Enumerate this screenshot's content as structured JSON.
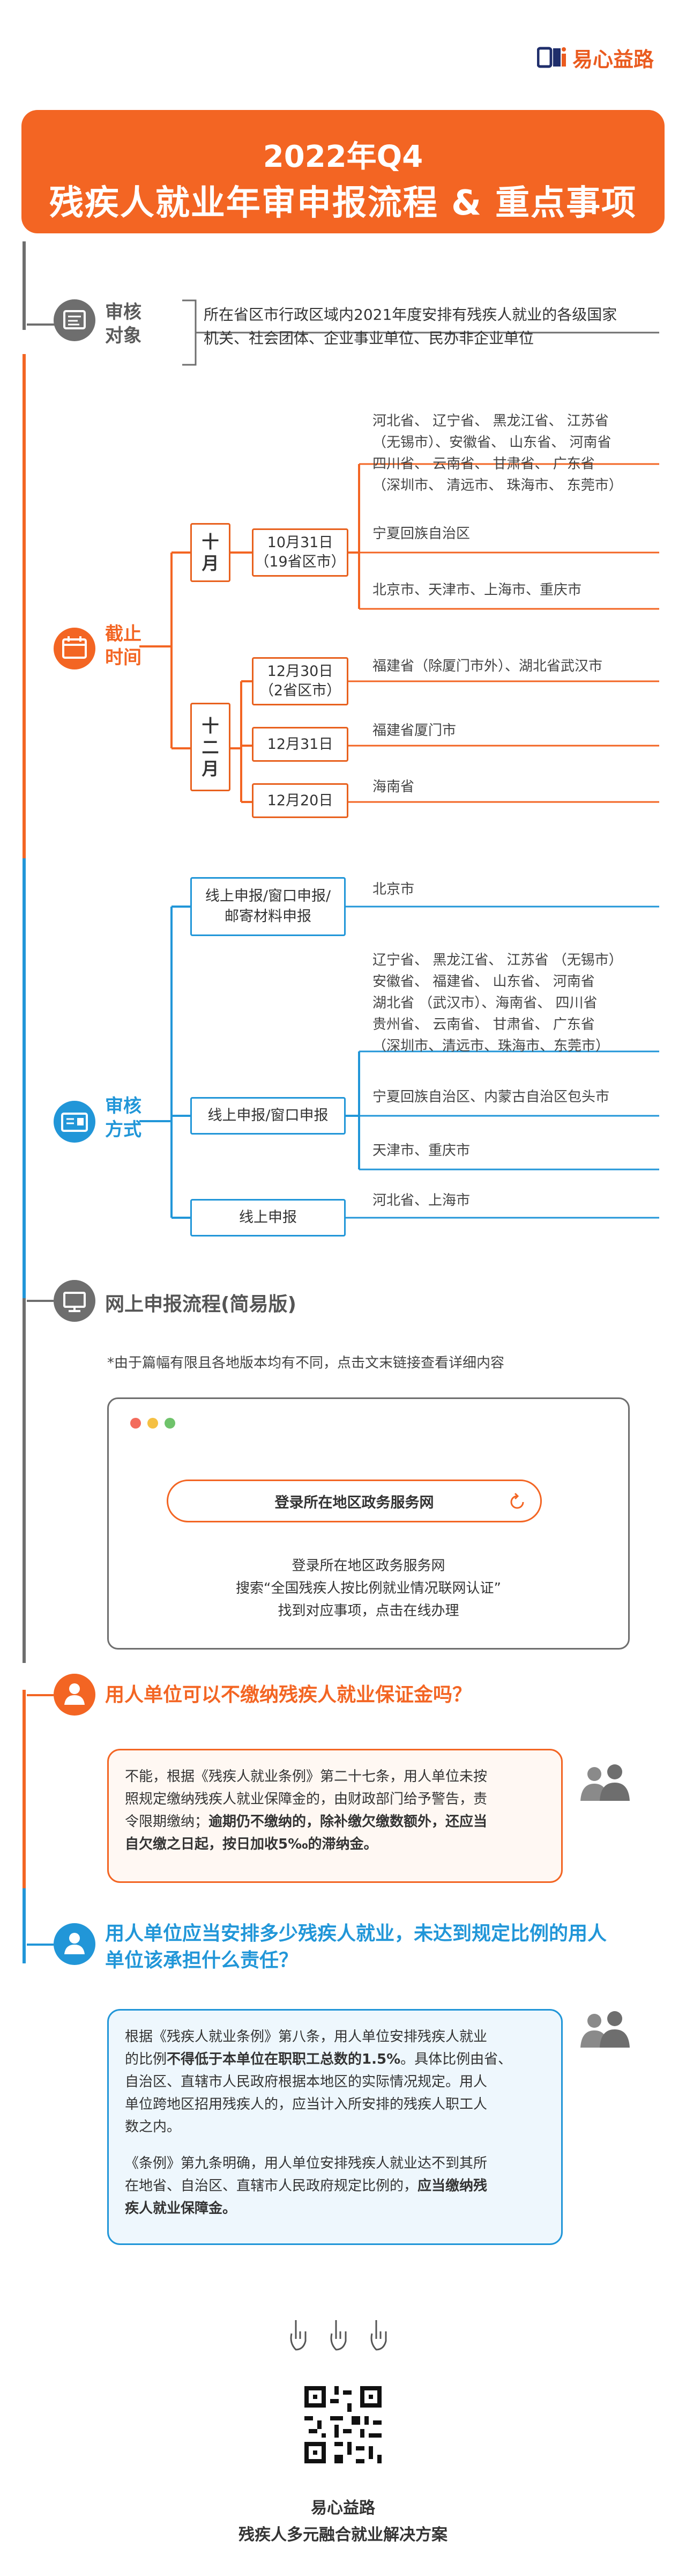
{
  "brand": {
    "name": "易心益路",
    "logo_text": "DEi"
  },
  "banner": {
    "line1": "2022年Q4",
    "line2": "残疾人就业年审申报流程 & 重点事项"
  },
  "audit_target": {
    "label_1": "审核",
    "label_2": "对象",
    "text_1": "所在省区市行政区域内2021年度安排有残疾人就业的各级国家",
    "text_2": "机关、社会团体、企业事业单位、民办非企业单位"
  },
  "deadline": {
    "label_1": "截止",
    "label_2": "时间",
    "october": {
      "month_1": "十",
      "month_2": "月",
      "date_1": "10月31日",
      "date_2": "（19省区市）",
      "group_a": [
        "河北省、  辽宁省、  黑龙江省、  江苏省",
        "（无锡市）、安徽省、  山东省、  河南省",
        "四川省、  云南省、  甘肃省、  广东省",
        "（深圳市、  清远市、  珠海市、  东莞市）"
      ],
      "group_b": "宁夏回族自治区",
      "group_c": "北京市、天津市、上海市、重庆市"
    },
    "december": {
      "month_1": "十",
      "month_2": "二",
      "month_3": "月",
      "d30_1": "12月30日",
      "d30_2": "（2省区市）",
      "d30_text": "福建省（除厦门市外）、湖北省武汉市",
      "d31": "12月31日",
      "d31_text": "福建省厦门市",
      "d20": "12月20日",
      "d20_text": "海南省"
    }
  },
  "audit_method": {
    "label_1": "审核",
    "label_2": "方式",
    "m1_1": "线上申报/窗口申报/",
    "m1_2": "邮寄材料申报",
    "m1_text": "北京市",
    "m2": "线上申报/窗口申报",
    "m2_a": [
      "辽宁省、  黑龙江省、  江苏省  （无锡市）",
      "安徽省、  福建省、  山东省、  河南省",
      "湖北省  （武汉市）、海南省、  四川省",
      "贵州省、  云南省、  甘肃省、  广东省",
      "（深圳市、清远市、珠海市、东莞市）"
    ],
    "m2_b": "宁夏回族自治区、内蒙古自治区包头市",
    "m2_c": "天津市、重庆市",
    "m3": "线上申报",
    "m3_text": "河北省、上海市"
  },
  "online": {
    "title": "网上申报流程(简易版)",
    "note": "*由于篇幅有限且各地版本均有不同，点击文末链接查看详细内容",
    "button": "登录所在地区政务服务网",
    "steps": [
      "登录所在地区政务服务网",
      "搜索“全国残疾人按比例就业情况联网认证”",
      "找到对应事项，点击在线办理"
    ]
  },
  "q1": {
    "title": "用人单位可以不缴纳残疾人就业保证金吗？",
    "a_1": "不能，根据《残疾人就业条例》第二十七条，用人单位未按",
    "a_2": "照规定缴纳残疾人就业保障金的，由财政部门给予警告，责",
    "a_3": "令限期缴纳；",
    "a_3b": "逾期仍不缴纳的，除补缴欠缴数额外，还应当",
    "a_4": "自欠缴之日起，按日加收5‰的滞纳金。"
  },
  "q2": {
    "title_1": "用人单位应当安排多少残疾人就业，未达到规定比例的用人",
    "title_2": "单位该承担什么责任？",
    "p1_1": "根据《残疾人就业条例》第八条，用人单位安排残疾人就业",
    "p1_2a": "的比例",
    "p1_2b": "不得低于本单位在职职工总数的1.5%",
    "p1_2c": "。具体比例由省、",
    "p1_3": "自治区、直辖市人民政府根据本地区的实际情况规定。用人",
    "p1_4": "单位跨地区招用残疾人的，应当计入所安排的残疾人职工人",
    "p1_5": "数之内。",
    "p2_1": "《条例》第九条明确，用人单位安排残疾人就业达不到其所",
    "p2_2a": "在地省、自治区、直辖市人民政府规定比例的，",
    "p2_2b": "应当缴纳残",
    "p2_3": "疾人就业保障金。"
  },
  "footer": {
    "line1": "易心益路",
    "line2": "残疾人多元融合就业解决方案"
  },
  "colors": {
    "orange": "#f36523",
    "blue": "#2196d8",
    "gray": "#6e6e6e"
  }
}
